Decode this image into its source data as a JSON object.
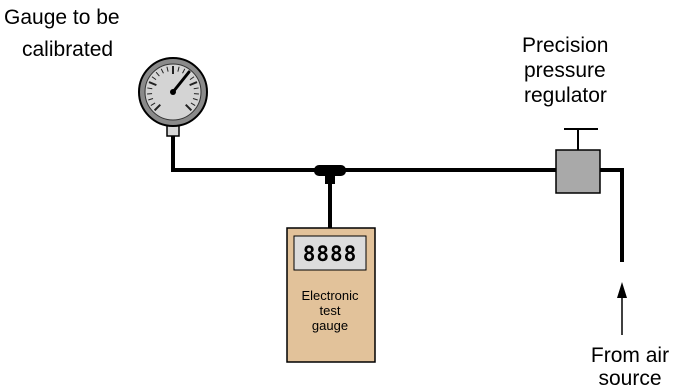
{
  "labels": {
    "gauge_line1": "Gauge to be",
    "gauge_line2": "calibrated",
    "regulator_line1": "Precision",
    "regulator_line2": "pressure",
    "regulator_line3": "regulator",
    "source_line1": "From air",
    "source_line2": "source"
  },
  "test_gauge": {
    "display": "8888",
    "label_line1": "Electronic",
    "label_line2": "test",
    "label_line3": "gauge"
  },
  "colors": {
    "line": "#000000",
    "test_gauge_body": "#e2c29a",
    "display_bg": "#dcdcdc",
    "regulator_body": "#a9a9a9",
    "gauge_face": "#d4d4d4"
  }
}
